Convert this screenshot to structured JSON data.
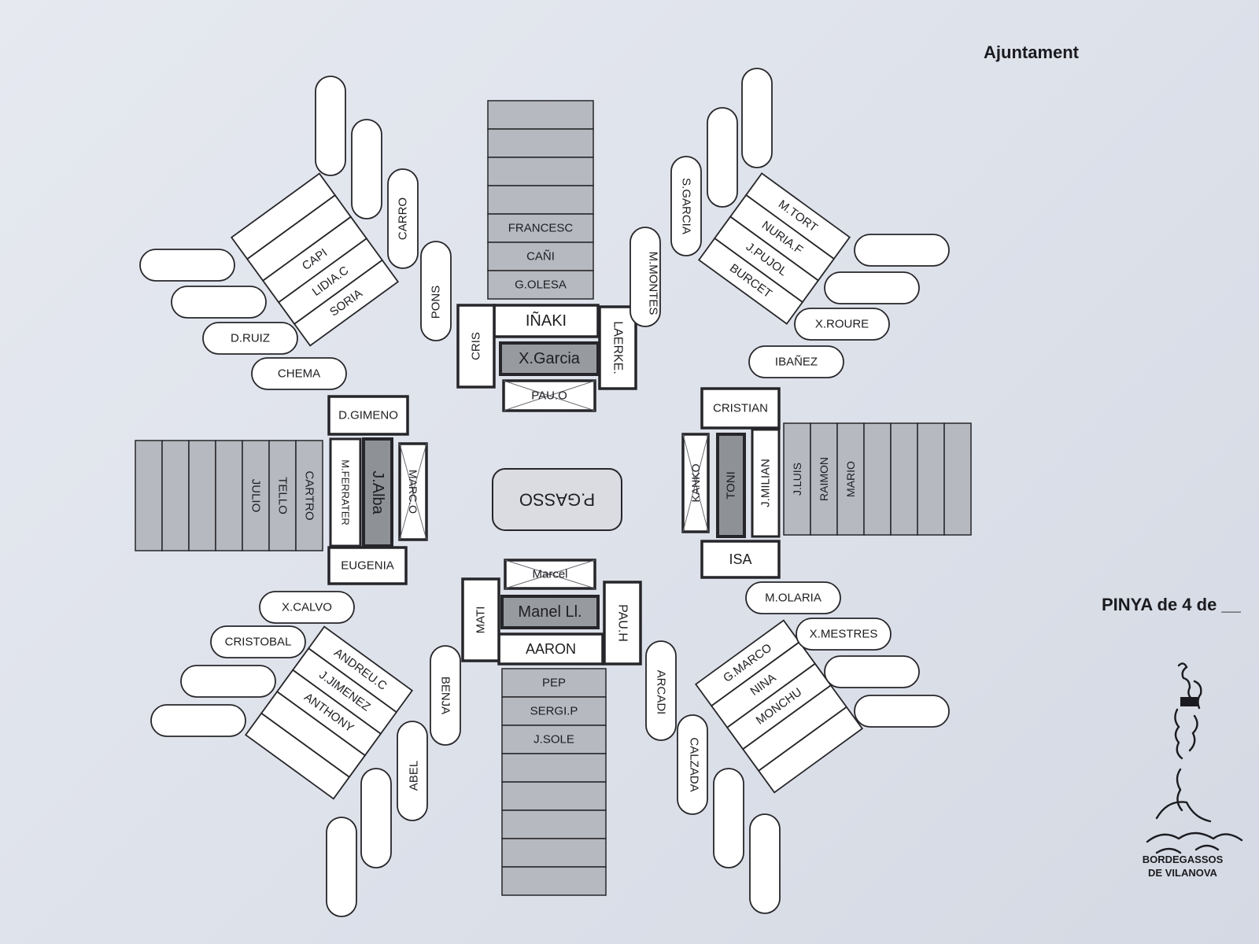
{
  "header": {
    "title": "Ajuntament"
  },
  "formation": {
    "title": "PINYA de 4 de __"
  },
  "logo": {
    "line1": "BORDEGASSOS",
    "line2": "DE VILANOVA"
  },
  "colors": {
    "shade": "#b6b9bf",
    "dark_fill": "#8e9196",
    "line": "#26262a"
  },
  "center": {
    "name": "P.GASSO"
  },
  "north": {
    "bar": [
      "",
      "",
      "",
      "",
      "FRANCESC",
      "CAÑI",
      "G.OLESA"
    ],
    "box1": "IÑAKI",
    "box2": "X.Garcia",
    "box3": "PAU.O",
    "side_left": "CRIS",
    "side_right": "LAERKE.",
    "ovals": [
      "PONS",
      "M.MONTES"
    ]
  },
  "south": {
    "bar": [
      "PEP",
      "SERGI.P",
      "J.SOLE",
      "",
      "",
      "",
      "",
      ""
    ],
    "box1": "Marcel",
    "box2": "Manel Ll.",
    "box3": "AARON",
    "side_left": "MATI",
    "side_right": "PAU.H",
    "ovals": [
      "BENJA",
      "ARCADI"
    ]
  },
  "west": {
    "bar": [
      "",
      "",
      "",
      "",
      "JULIO",
      "TELLO",
      "CARTRO"
    ],
    "top": "D.GIMENO",
    "bottom": "EUGENIA",
    "col1": "M.FERRATER",
    "col2": "J.Alba",
    "col3": "MARC.O"
  },
  "east": {
    "bar": [
      "J.LUIS",
      "RAIMON",
      "MARIO",
      "",
      "",
      "",
      ""
    ],
    "top": "CRISTIAN",
    "bottom": "ISA",
    "col1": "KANKO",
    "col2": "TONI",
    "col3": "J.MILIAN"
  },
  "nw": {
    "rows": [
      "",
      "",
      "CAPI",
      "LIDIA.C",
      "SORIA"
    ],
    "ovals": [
      "",
      "",
      "CARRO",
      "",
      "",
      "D.RUIZ",
      "CHEMA"
    ]
  },
  "ne": {
    "rows": [
      "M.TORT",
      "NURIA.F",
      "J.PUJOL",
      "BURCET"
    ],
    "ovals": [
      "",
      "",
      "S.GARCIA",
      "",
      "",
      "X.ROURE",
      "IBAÑEZ"
    ]
  },
  "sw": {
    "rows": [
      "ANDREU.C",
      "J.JIMENEZ",
      "ANTHONY",
      "",
      ""
    ],
    "ovals": [
      "X.CALVO",
      "CRISTOBAL",
      "",
      "",
      "ABEL",
      "",
      ""
    ]
  },
  "se": {
    "rows": [
      "G.MARCO",
      "NINA",
      "MONCHU",
      "",
      ""
    ],
    "ovals": [
      "M.OLARIA",
      "X.MESTRES",
      "",
      "",
      "CALZADA",
      "",
      ""
    ]
  }
}
